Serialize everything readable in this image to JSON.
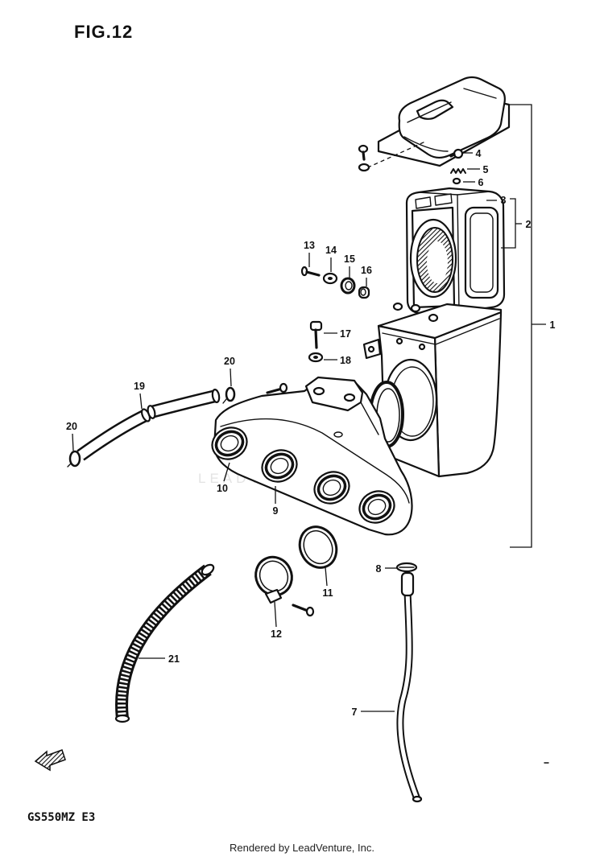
{
  "figure": {
    "title": "FIG.12",
    "model_code": "GS550MZ E3",
    "credit": "Rendered by LeadVenture, Inc.",
    "watermark": "LEADVENTURE"
  },
  "callouts": [
    "1",
    "2",
    "3",
    "4",
    "5",
    "6",
    "7",
    "8",
    "9",
    "10",
    "11",
    "12",
    "13",
    "14",
    "15",
    "16",
    "17",
    "18",
    "19",
    "20",
    "20",
    "21"
  ],
  "icons": {
    "direction_marker": "front-arrow-icon"
  },
  "colors": {
    "line": "#111111",
    "background": "#ffffff",
    "watermark": "#e3e3e3"
  }
}
